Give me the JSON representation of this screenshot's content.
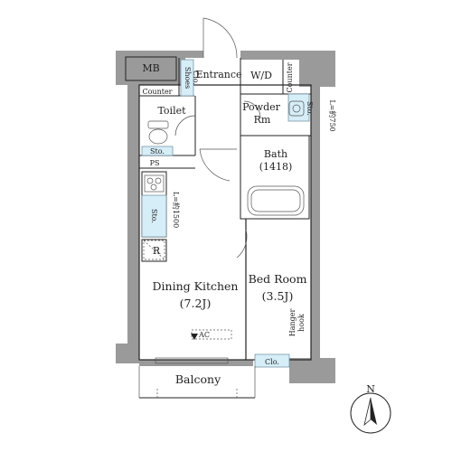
{
  "labels": {
    "mb": "MB",
    "shoes_clo_1": "Shoes",
    "shoes_clo_2": "Clo.",
    "entrance": "Entrance",
    "wd": "W/D",
    "counter_left": "Counter",
    "counter_right": "Counter",
    "toilet": "Toilet",
    "powder_1": "Powder",
    "powder_2": "Rm",
    "sto_right": "Sto.",
    "l_right": "L=約750",
    "sto_toilet": "Sto.",
    "bath": "Bath",
    "bath_size": "(1418)",
    "ps": "PS",
    "sto_kitchen": "Sto.",
    "l_kitchen": "L=約1500",
    "refrigerator": "R",
    "dining_kitchen": "Dining Kitchen",
    "dining_kitchen_size": "(7.2J)",
    "bed_room": "Bed Room",
    "bed_room_size": "(3.5J)",
    "hanger_1": "Hanger",
    "hanger_2": "hook",
    "ac": "AC",
    "clo_bed": "Clo.",
    "balcony": "Balcony",
    "north": "N"
  },
  "colors": {
    "wall": "#9a9a9a",
    "storage_fill": "#d6eef8",
    "line": "#222222"
  },
  "icons": [
    "north-arrow-icon",
    "toilet-icon",
    "bathtub-icon",
    "stove-icon",
    "sink-icon",
    "door-swing-icon"
  ]
}
